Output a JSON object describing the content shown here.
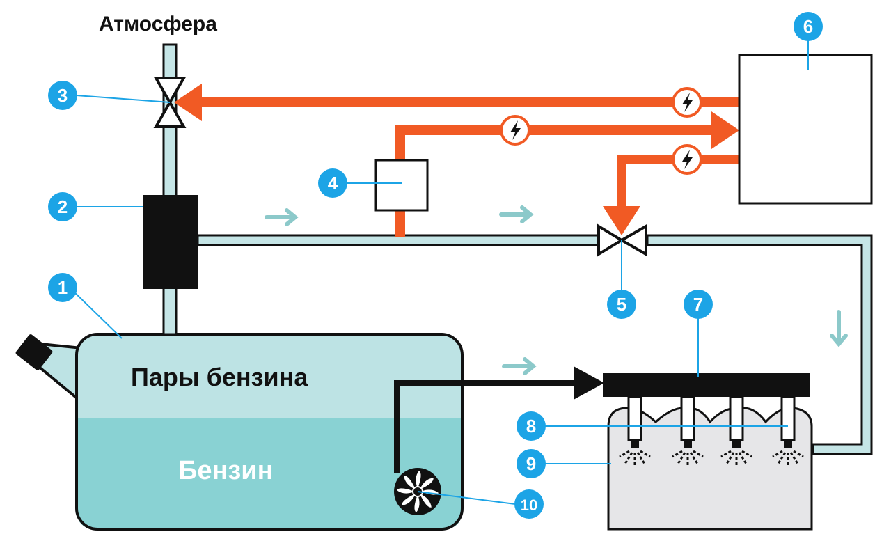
{
  "labels": {
    "atmosphere": "Атмосфера",
    "vapors": "Пары бензина",
    "fuel": "Бензин"
  },
  "badges": [
    "1",
    "2",
    "3",
    "4",
    "5",
    "6",
    "7",
    "8",
    "9",
    "10"
  ],
  "colors": {
    "pipe_fill": "#c5e5e6",
    "pipe_stroke": "#111111",
    "tank_vapor": "#bde3e4",
    "tank_liquid": "#89d2d3",
    "electric": "#f15a24",
    "badge": "#1ca4e6",
    "flow_arrow": "#8cc9ca",
    "engine": "#e6e6e8"
  },
  "icons": {
    "electric_signal": "lightning-bolt-icon",
    "pump": "fan-icon",
    "valve": "bowtie-valve-icon"
  }
}
